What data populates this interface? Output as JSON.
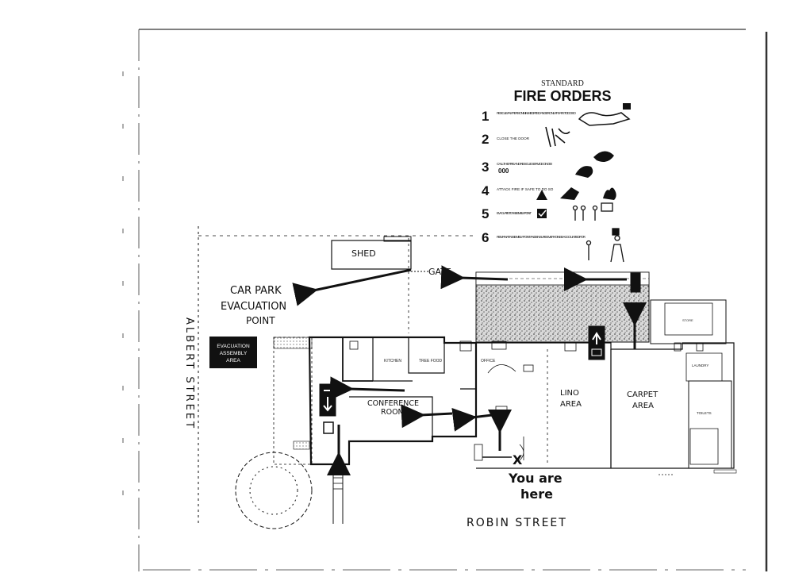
{
  "fire_orders": {
    "header": "STANDARD",
    "title": "FIRE ORDERS",
    "steps": [
      {
        "num": "1",
        "text": "RESCUE ANY PERSON IN IMMEDIATE DANGER ONLY IF SAFE TO DO SO"
      },
      {
        "num": "2",
        "text": "CLOSE THE DOOR"
      },
      {
        "num": "3",
        "text": "CALL THE FIRE AND RESCUE SERVICE ON 000"
      },
      {
        "num": "4",
        "text": "ATTACK FIRE IF SAFE TO DO SO"
      },
      {
        "num": "5",
        "text": "EVACUATE TO ASSEMBLY POINT"
      },
      {
        "num": "6",
        "text": "REMAIN AT ASSEMBLY POINT AND ENSURE EVERYONE IS ACCOUNTED FOR"
      }
    ]
  },
  "labels": {
    "shed": "SHED",
    "gate": "GATE",
    "car_park_1": "CAR PARK",
    "car_park_2": "EVACUATION",
    "car_park_3": "POINT",
    "assembly": [
      "EVACUATION",
      "ASSEMBLY",
      "AREA"
    ],
    "albert_street": "ALBERT STREET",
    "robin_street": "ROBIN STREET",
    "conference_1": "CONFERENCE",
    "conference_2": "ROOM",
    "lino_1": "LINO",
    "lino_2": "AREA",
    "carpet_1": "CARPET",
    "carpet_2": "AREA",
    "you_are": "You are",
    "here": "here",
    "x_mark": "X",
    "kitchen": "KITCHEN",
    "tree_food": "TREE FOOD",
    "toilets": "TOILETS",
    "store": "STORE",
    "laundry": "LAUNDRY",
    "office": "OFFICE"
  },
  "colors": {
    "ink": "#111111",
    "hatch": "#555555",
    "paper": "#ffffff"
  }
}
